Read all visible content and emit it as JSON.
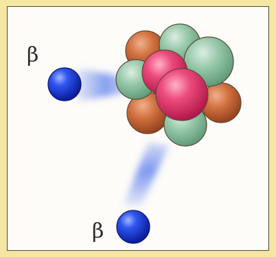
{
  "labels": {
    "particle_top": "β",
    "particle_bottom": "β"
  },
  "colors": {
    "background_border": "#f5e6a3",
    "panel": "#fdfcf8",
    "beta_particle": "#1a3fd6",
    "trail": "#6f8ff0",
    "proton": "#e8356a",
    "neutron_green": "#8fc3a4",
    "neutron_orange": "#c8663a"
  },
  "icons": {
    "nucleus": "atomic-nucleus",
    "particle": "beta-particle"
  }
}
